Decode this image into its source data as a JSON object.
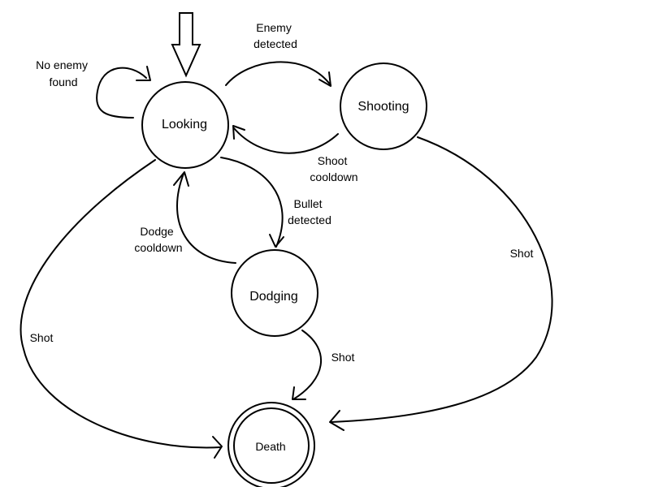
{
  "diagram": {
    "states": {
      "looking": "Looking",
      "shooting": "Shooting",
      "dodging": "Dodging",
      "death": "Death"
    },
    "transitions": {
      "no_enemy_found": [
        "No enemy",
        "found"
      ],
      "enemy_detected": [
        "Enemy",
        "detected"
      ],
      "shoot_cooldown": [
        "Shoot",
        "cooldown"
      ],
      "bullet_detected": [
        "Bullet",
        "detected"
      ],
      "dodge_cooldown": [
        "Dodge",
        "cooldown"
      ],
      "shot_from_looking": "Shot",
      "shot_from_shooting": "Shot",
      "shot_from_dodging": "Shot"
    }
  }
}
